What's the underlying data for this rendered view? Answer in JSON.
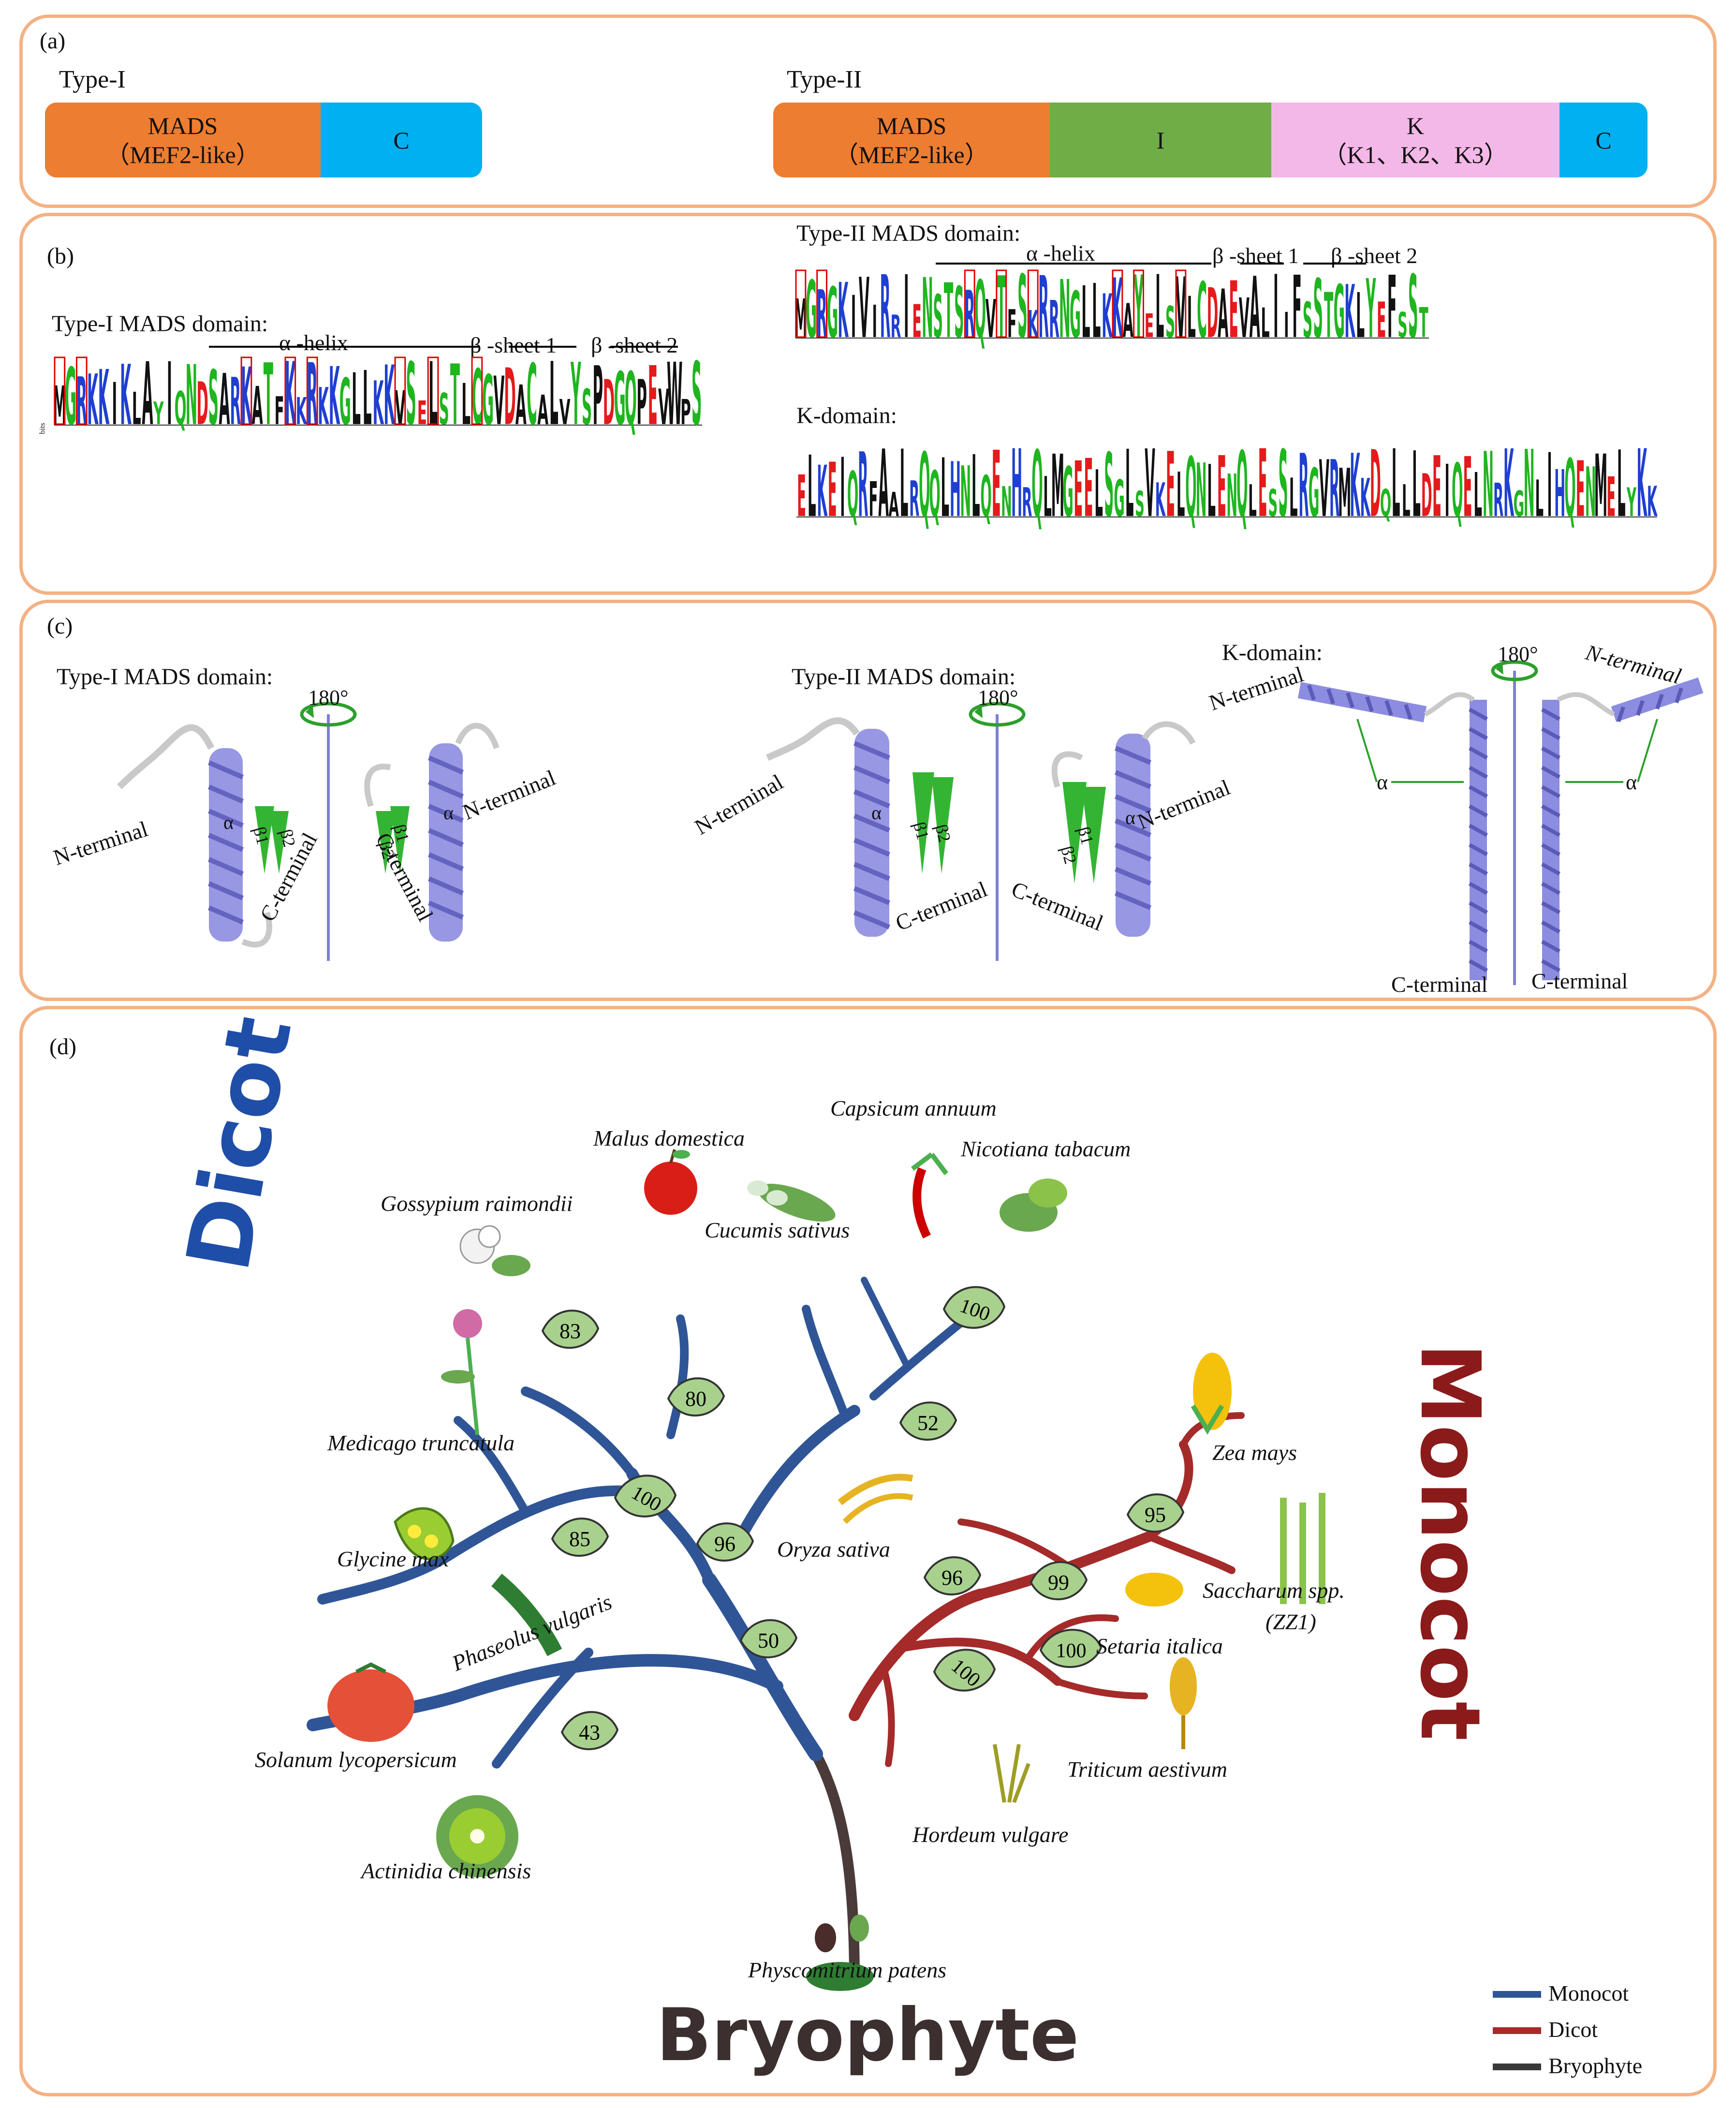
{
  "panel_a": {
    "label": "(a)",
    "type1": {
      "title": "Type-I",
      "mads_line1": "MADS",
      "mads_line2": "（MEF2-like）",
      "c": "C"
    },
    "type2": {
      "title": "Type-II",
      "mads_line1": "MADS",
      "mads_line2": "（MEF2-like）",
      "i": "I",
      "k_line1": "K",
      "k_line2": "（K1、K2、K3）",
      "c": "C"
    },
    "colors": {
      "mads": "#ed7d31",
      "c": "#00b0f0",
      "i": "#70ad47",
      "k": "#f4b8e8"
    }
  },
  "panel_b": {
    "label": "(b)",
    "type1_title": "Type-I MADS domain:",
    "type2_title": "Type-II MADS domain:",
    "k_title": "K-domain:",
    "alpha_helix": "α -helix",
    "beta_sheet1": "β -sheet 1",
    "beta_sheet2": "β -sheet 2",
    "axis_label": "bits",
    "type1_logo": "MGRKKIKLAYIQNDSARKATFKKRKKGLLKKVSELSTLCGVDACALVYSPDGQPEVWPS",
    "type2_logo": "MGRGKIVIRRIENSTSRQVTFSKRRNGLLKKAYELSVLCDAEVALIIFSSTGKLYEFSST",
    "k_logo": "ELKEIQRFAALRQQLHNLQENHRQLMGEELSGLSVKELQNLENQLESSLRGVRMKKDQLLLDEIQELNRKGNLIHQENMELYKK"
  },
  "panel_c": {
    "label": "(c)",
    "type1_title": "Type-I MADS domain:",
    "type2_title": "Type-II MADS domain:",
    "k_title": "K-domain:",
    "rotation": "180°",
    "n_terminal": "N-terminal",
    "c_terminal": "C-terminal",
    "alpha": "α",
    "beta1": "β1",
    "beta2": "β2"
  },
  "panel_d": {
    "label": "(d)",
    "group_dicot": "Dicot",
    "group_monocot": "Monocot",
    "group_bryophyte": "Bryophyte",
    "species": {
      "malus": "Malus domestica",
      "capsicum": "Capsicum annuum",
      "nicotiana": "Nicotiana tabacum",
      "gossypium": "Gossypium raimondii",
      "cucumis": "Cucumis sativus",
      "medicago": "Medicago truncatula",
      "glycine": "Glycine max",
      "phaseolus": "Phaseolus vulgaris",
      "solanum": "Solanum lycopersicum",
      "actinidia": "Actinidia chinensis",
      "zea": "Zea mays",
      "oryza": "Oryza sativa",
      "saccharum1": "Saccharum spp.",
      "saccharum2": "(ZZ1)",
      "setaria": "Setaria italica",
      "triticum": "Triticum aestivum",
      "hordeum": "Hordeum vulgare",
      "physcomitrium": "Physcomitrium patens"
    },
    "bootstrap": {
      "b83": "83",
      "b80": "80",
      "b100a": "100",
      "b52": "52",
      "b100b": "100",
      "b85": "85",
      "b96a": "96",
      "b50": "50",
      "b43": "43",
      "b96b": "96",
      "b99": "99",
      "b95": "95",
      "b100c": "100",
      "b100d": "100"
    },
    "legend": [
      {
        "label": "Monocot",
        "color": "#2f5597"
      },
      {
        "label": "Dicot",
        "color": "#a52a2a"
      },
      {
        "label": "Bryophyte",
        "color": "#3a3a3a"
      }
    ],
    "colors": {
      "dicot_branch": "#2f5597",
      "monocot_branch": "#a52a2a",
      "trunk": "#4a3a3a",
      "dicot_title": "#1f4ea8",
      "monocot_title": "#8b1a1a",
      "bryophyte_title": "#3b2f2f",
      "leaf": "#a9d18e",
      "leaf_stroke": "#3a3a3a"
    }
  }
}
